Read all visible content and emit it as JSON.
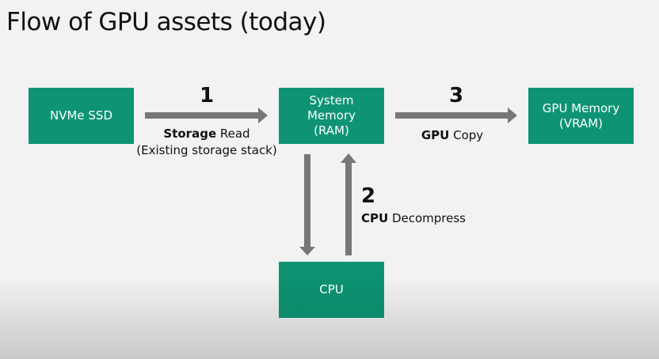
{
  "title": "Flow of GPU assets (today)",
  "colors": {
    "box_fill": "#0e9474",
    "arrow": "#777777",
    "text": "#111111"
  },
  "nodes": {
    "ssd": "NVMe SSD",
    "ram": "System\nMemory\n(RAM)",
    "gpu": "GPU Memory\n(VRAM)",
    "cpu": "CPU"
  },
  "steps": [
    {
      "number": "1",
      "bold": "Storage",
      "text": " Read",
      "sub": "(Existing storage stack)"
    },
    {
      "number": "2",
      "bold": "CPU",
      "text": " Decompress"
    },
    {
      "number": "3",
      "bold": "GPU",
      "text": " Copy"
    }
  ],
  "edges": [
    {
      "from": "ssd",
      "to": "ram",
      "step": "1"
    },
    {
      "from": "ram",
      "to": "cpu",
      "step": "2"
    },
    {
      "from": "cpu",
      "to": "ram",
      "step": "2"
    },
    {
      "from": "ram",
      "to": "gpu",
      "step": "3"
    }
  ]
}
